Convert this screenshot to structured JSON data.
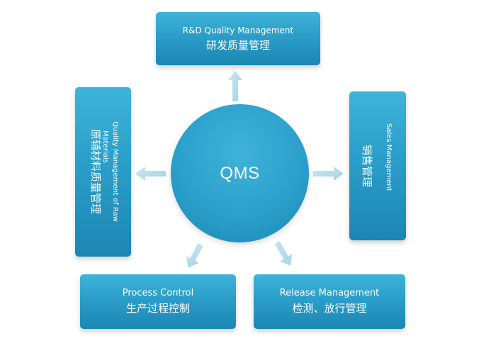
{
  "center": {
    "label": "QMS"
  },
  "boxes": {
    "rd": {
      "en": "R&D Quality Management",
      "zh": "研发质量管理"
    },
    "raw": {
      "en_line1": "Quality Management of Raw",
      "en_line2": "Materials",
      "zh": "原辅材料质量管理"
    },
    "sales": {
      "en": "Sales Management",
      "zh": "销售管理"
    },
    "process": {
      "en": "Process Control",
      "zh": "生产过程控制"
    },
    "release": {
      "en": "Release Management",
      "zh": "检测、放行管理"
    }
  },
  "colors": {
    "box_top": "#3fb3d8",
    "box_bottom": "#1c86b3",
    "arrow": "#a9d8e8",
    "text": "#ffffff"
  },
  "icons": {
    "arrow": "arrow-icon"
  }
}
